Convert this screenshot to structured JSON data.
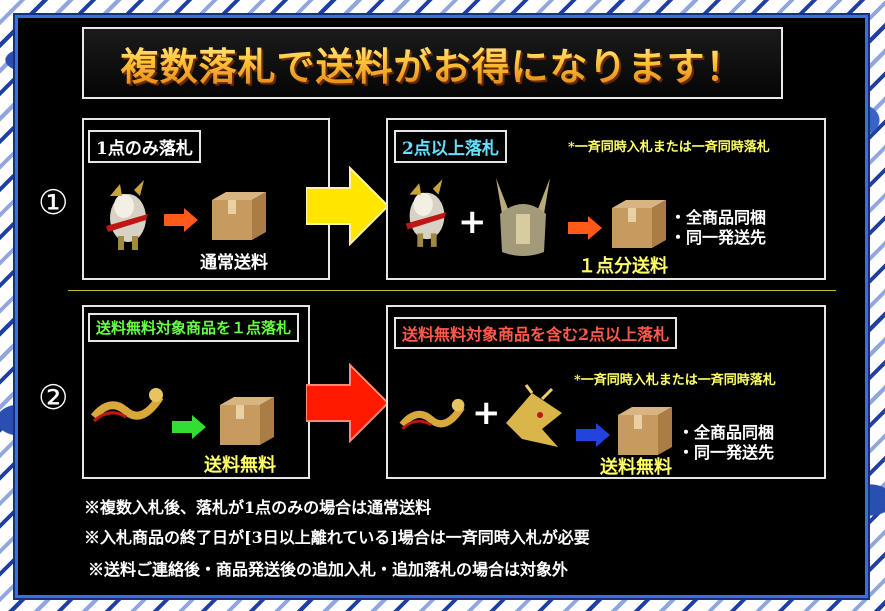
{
  "banner": {
    "title": "複数落札で送料がお得になります！"
  },
  "section1": {
    "number": "①",
    "single": {
      "label": "1点のみ落札",
      "caption": "通常送料"
    },
    "multi": {
      "label": "2点以上落札",
      "note": "*一斉同時入札または一斉同時落札",
      "plus": "+",
      "caption": "１点分送料",
      "bullets": [
        "・全商品同梱",
        "・同一発送先"
      ]
    }
  },
  "section2": {
    "number": "②",
    "single": {
      "label": "送料無料対象商品を１点落札",
      "caption": "送料無料"
    },
    "multi": {
      "label": "送料無料対象商品を含む2点以上落札",
      "note": "*一斉同時入札または一斉同時落札",
      "plus": "+",
      "caption": "送料無料",
      "bullets": [
        "・全商品同梱",
        "・同一発送先"
      ]
    }
  },
  "footer": {
    "lines": [
      "※複数入札後、落札が1点のみの場合は通常送料",
      "※入札商品の終了日が[3日以上離れている]場合は一斉同時入札が必要",
      "※送料ご連絡後・商品発送後の追加入札・追加落札の場合は対象外"
    ]
  },
  "colors": {
    "label_white": "#ffffff",
    "label_cyan": "#66e0ff",
    "label_green": "#66ff44",
    "label_red": "#ff5a4a",
    "caption_yellow": "#ffff66",
    "big_arrow_yellow": "#ffe600",
    "big_arrow_red": "#ff1a00",
    "arrow_orange": "#ff5a1a",
    "arrow_green": "#33dd33",
    "arrow_blue": "#2244dd",
    "panel_border": "#3a6fe0"
  },
  "icons": [
    "dragon-figure-icon",
    "dragon-helmet-icon",
    "cardboard-box-icon",
    "arrow-right-icon"
  ]
}
